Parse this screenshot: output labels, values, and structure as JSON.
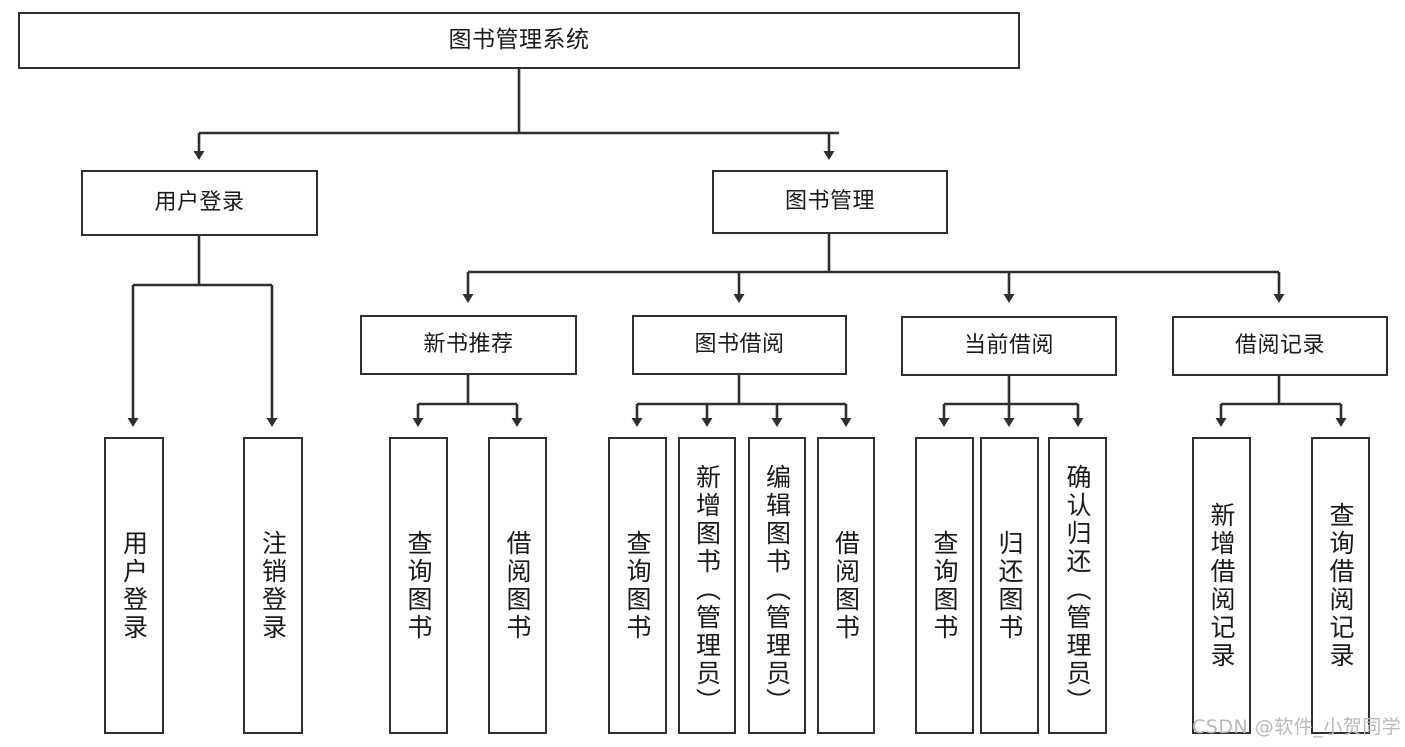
{
  "diagram": {
    "title": "图书管理系统",
    "type": "hierarchy-tree",
    "line_color": "#2f2f2f",
    "box_fill": "#ffffff",
    "background": "#ffffff",
    "root": {
      "label": "图书管理系统"
    },
    "level1": [
      {
        "label": "用户登录"
      },
      {
        "label": "图书管理"
      }
    ],
    "level2": [
      {
        "label": "新书推荐"
      },
      {
        "label": "图书借阅"
      },
      {
        "label": "当前借阅"
      },
      {
        "label": "借阅记录"
      }
    ],
    "leaves": {
      "user_login": [
        {
          "label": "用户登录"
        },
        {
          "label": "注销登录"
        }
      ],
      "new_book_recommend": [
        {
          "label": "查询图书"
        },
        {
          "label": "借阅图书"
        }
      ],
      "book_borrow": [
        {
          "label": "查询图书"
        },
        {
          "label": "新增图书（管理员）"
        },
        {
          "label": "编辑图书（管理员）"
        },
        {
          "label": "借阅图书"
        }
      ],
      "current_borrow": [
        {
          "label": "查询图书"
        },
        {
          "label": "归还图书"
        },
        {
          "label": "确认归还（管理员）"
        }
      ],
      "borrow_record": [
        {
          "label": "新增借阅记录"
        },
        {
          "label": "查询借阅记录"
        }
      ]
    }
  },
  "watermark": {
    "text": "CSDN @软件_小贺同学",
    "color": "#b9b9b9"
  }
}
